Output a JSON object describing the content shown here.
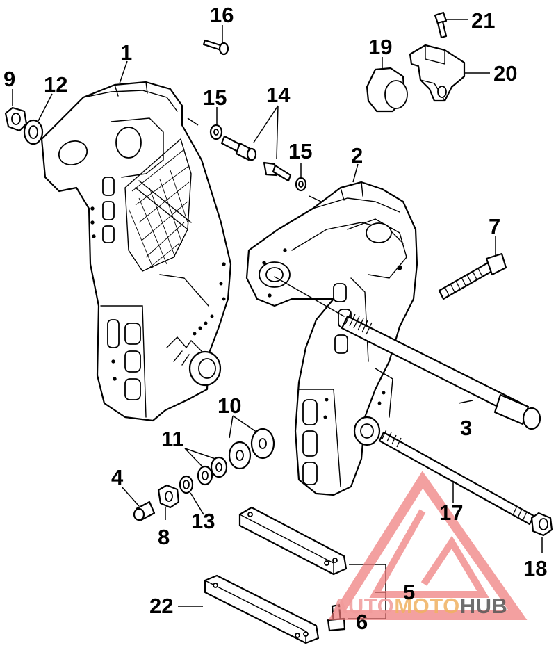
{
  "callouts": {
    "c1": "1",
    "c2": "2",
    "c3": "3",
    "c4": "4",
    "c5": "5",
    "c6": "6",
    "c7": "7",
    "c8": "8",
    "c9": "9",
    "c10": "10",
    "c11": "11",
    "c12": "12",
    "c13": "13",
    "c14": "14",
    "c15a": "15",
    "c15b": "15",
    "c16": "16",
    "c17": "17",
    "c18": "18",
    "c19": "19",
    "c20": "20",
    "c21": "21",
    "c22": "22"
  },
  "watermark": {
    "part1": "AUTO",
    "part2": "MOTO",
    "part3": "HUB",
    "colors": {
      "auto": "#f09a9a",
      "moto": "#f0b060",
      "hub": "#555555",
      "logo": "#ee7878"
    }
  }
}
